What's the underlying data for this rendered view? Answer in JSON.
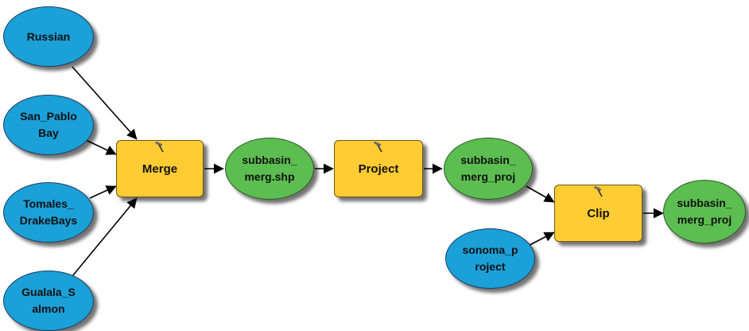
{
  "diagram": {
    "inputs": {
      "russian": "Russian",
      "san_pablo": [
        "San_Pablo",
        "Bay"
      ],
      "tomales": [
        "Tomales_",
        "DrakeBays"
      ],
      "gualala": [
        "Gualala_S",
        "almon"
      ],
      "sonoma": [
        "sonoma_p",
        "roject"
      ]
    },
    "tools": {
      "merge": "Merge",
      "project": "Project",
      "clip": "Clip"
    },
    "outputs": {
      "merge_out": [
        "subbasin_",
        "merg.shp"
      ],
      "project_out": [
        "subbasin_",
        "merg_proj"
      ],
      "clip_out": [
        "subbasin_",
        "merg_proj"
      ]
    },
    "colors": {
      "input": "#1ba0d8",
      "tool": "#ffcc33",
      "output": "#5cbd50",
      "arrow": "#000000"
    },
    "icons": {
      "tool_badge": "hammer-icon"
    }
  }
}
